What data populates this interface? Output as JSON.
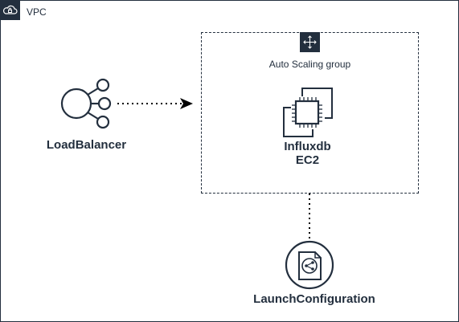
{
  "vpc": {
    "label": "VPC",
    "icon": "cloud-lock-icon"
  },
  "asg": {
    "label": "Auto Scaling group",
    "icon": "auto-scaling-icon"
  },
  "nodes": {
    "load_balancer": {
      "label": "LoadBalancer",
      "icon": "load-balancer-icon"
    },
    "ec2": {
      "label": "Influxdb\nEC2",
      "icon": "ec2-instance-icon"
    },
    "launch_config": {
      "label": "LaunchConfiguration",
      "icon": "launch-configuration-icon"
    }
  },
  "edges": [
    {
      "from": "LoadBalancer",
      "to": "Auto Scaling group",
      "style": "dotted",
      "arrow": true
    },
    {
      "from": "Auto Scaling group",
      "to": "LaunchConfiguration",
      "style": "dotted",
      "arrow": false
    }
  ],
  "colors": {
    "stroke": "#232f3e",
    "background": "#ffffff"
  }
}
